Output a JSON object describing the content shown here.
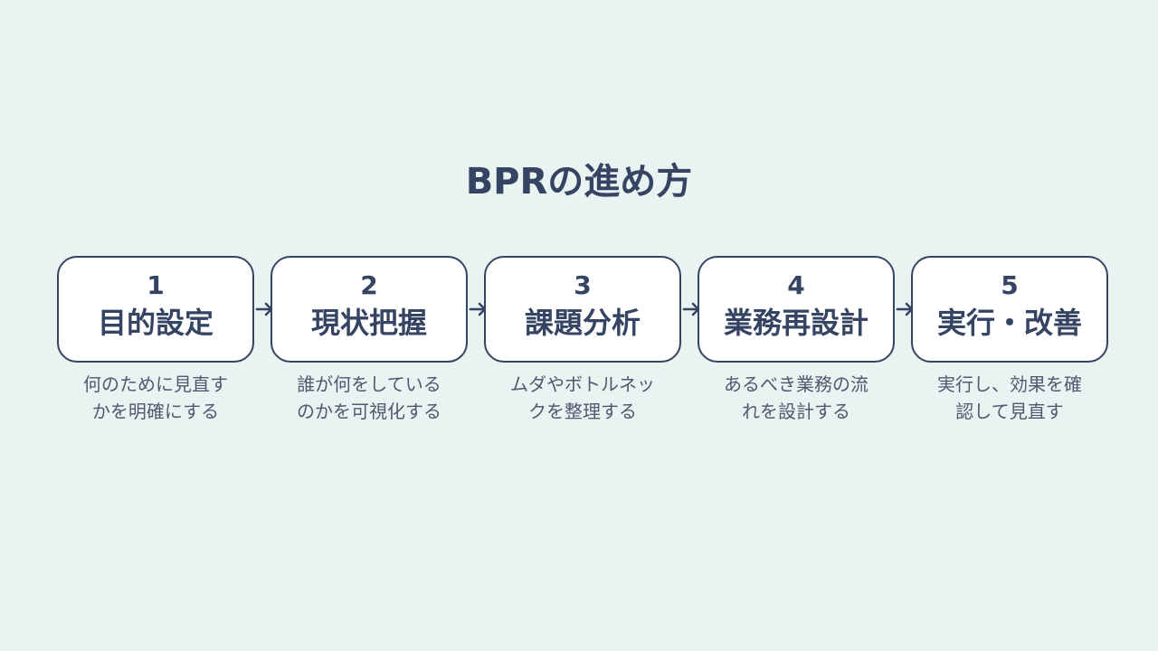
{
  "title": "BPRの進め方",
  "steps": [
    {
      "number": "1",
      "name": "目的設定",
      "desc_line1": "何のために見直す",
      "desc_line2": "かを明確にする"
    },
    {
      "number": "2",
      "name": "現状把握",
      "desc_line1": "誰が何をしている",
      "desc_line2": "のかを可視化する"
    },
    {
      "number": "3",
      "name": "課題分析",
      "desc_line1": "ムダやボトルネッ",
      "desc_line2": "クを整理する"
    },
    {
      "number": "4",
      "name": "業務再設計",
      "desc_line1": "あるべき業務の流",
      "desc_line2": "れを設計する"
    },
    {
      "number": "5",
      "name": "実行・改善",
      "desc_line1": "実行し、効果を確",
      "desc_line2": "認して見直す"
    }
  ],
  "colors": {
    "background": "#e9f3f1",
    "primary": "#364463",
    "box_fill": "#ffffff",
    "description_text": "#4f5a70"
  },
  "icons": {
    "connector": "arrow-right-icon"
  }
}
